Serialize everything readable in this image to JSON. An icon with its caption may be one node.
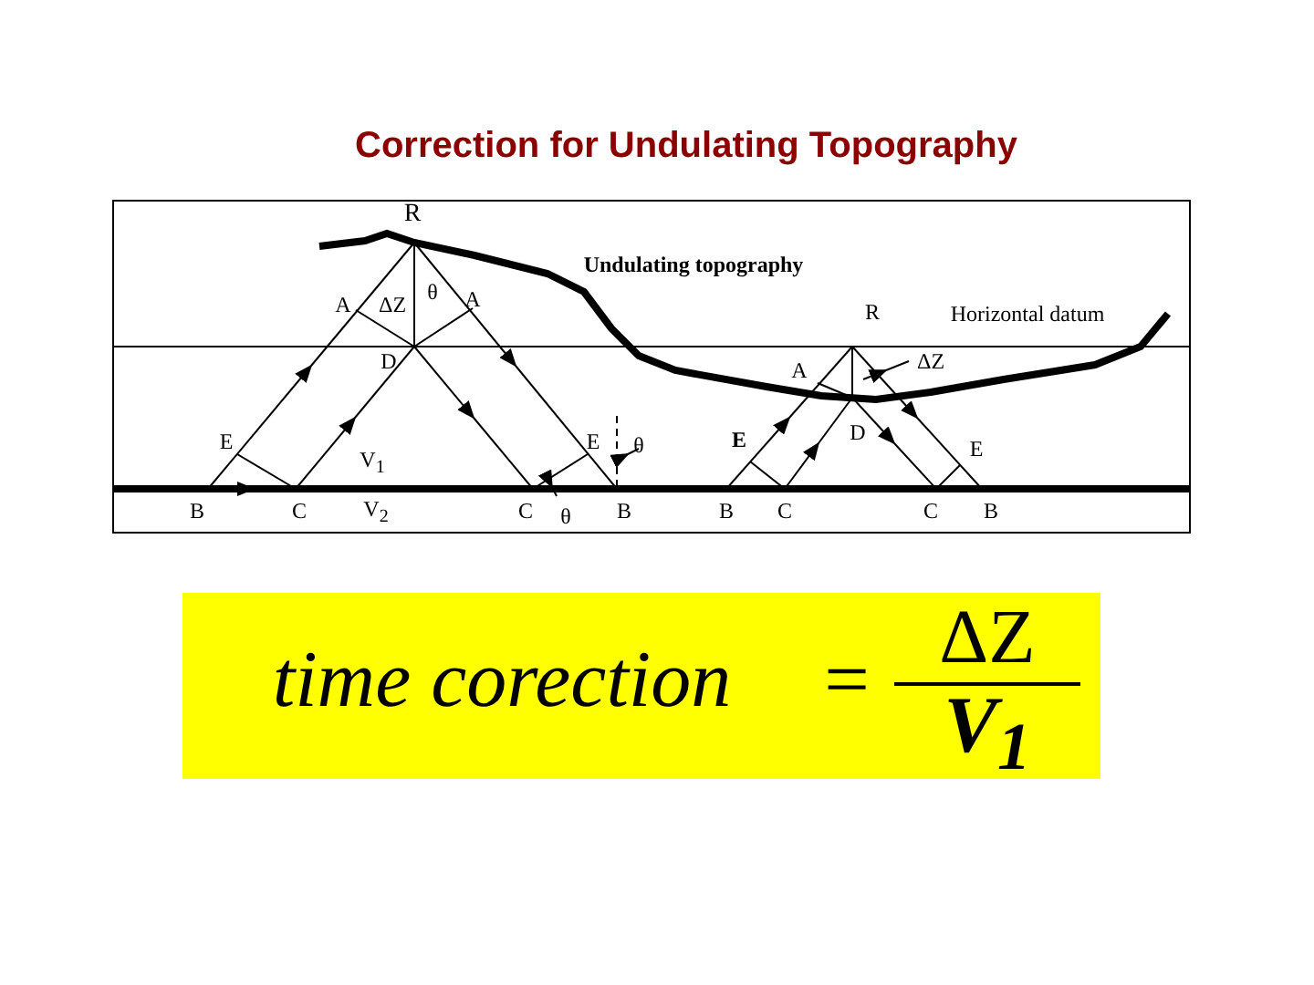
{
  "diagram": {
    "title": "Correction for Undulating Topography",
    "labels": [
      "R",
      "Undulating topography",
      "A",
      "ΔZ",
      "θ",
      "A",
      "R",
      "Horizontal datum",
      "D",
      "A",
      "ΔZ",
      "E",
      "E",
      "θ",
      "E",
      "D",
      "E",
      "V$_{1}$",
      "B",
      "C",
      "V$_{2}$",
      "C",
      "θ",
      "B",
      "B",
      "C",
      "C",
      "B",
      "time corection",
      "=",
      "ΔZ",
      "V$_{1}$"
    ]
  }
}
